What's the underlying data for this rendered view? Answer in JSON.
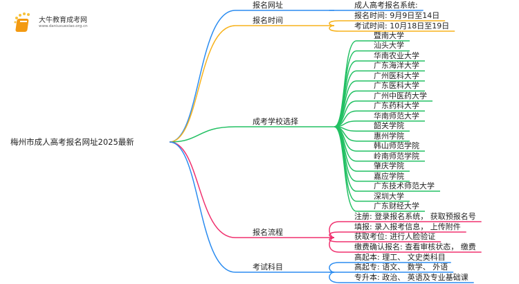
{
  "logo": {
    "title": "大牛教育成考网",
    "url": "www.daniuxuexiao.org.cn"
  },
  "root": "梅州市成人高考报名网址2025最新",
  "colors": {
    "blue": "#2b8cf0",
    "orange": "#f7b21b",
    "green": "#22c063",
    "pink": "#f0306e"
  },
  "branches": [
    {
      "label": "报名网址",
      "color": "blue",
      "children": [
        "成人高考报名系统:"
      ]
    },
    {
      "label": "报名时间",
      "color": "orange",
      "children": [
        "报名时间: 9月9日至14日",
        "考试时间: 10月18日至19日"
      ]
    },
    {
      "label": "成考学校选择",
      "color": "green",
      "children": [
        "暨南大学",
        "汕头大学",
        "华南农业大学",
        "广东海洋大学",
        "广州医科大学",
        "广东医科大学",
        "广州中医药大学",
        "广东药科大学",
        "华南师范大学",
        "韶关学院",
        "惠州学院",
        "韩山师范学院",
        "岭南师范学院",
        "肇庆学院",
        "嘉应学院",
        "广东技术师范大学",
        "深圳大学",
        "广东财经大学"
      ]
    },
    {
      "label": "报名流程",
      "color": "pink",
      "children": [
        "注册: 登录报名系统， 获取预报名号",
        "填报: 录入报考信息， 上传附件",
        "获取考位: 进行人脸验证",
        "缴费确认报名: 查看审核状态， 缴费"
      ]
    },
    {
      "label": "考试科目",
      "color": "blue",
      "children": [
        "高起本: 理工、 文史类科目",
        "高起专: 语文、 数学、 外语",
        "专升本: 政治、 英语及专业基础课"
      ]
    }
  ]
}
